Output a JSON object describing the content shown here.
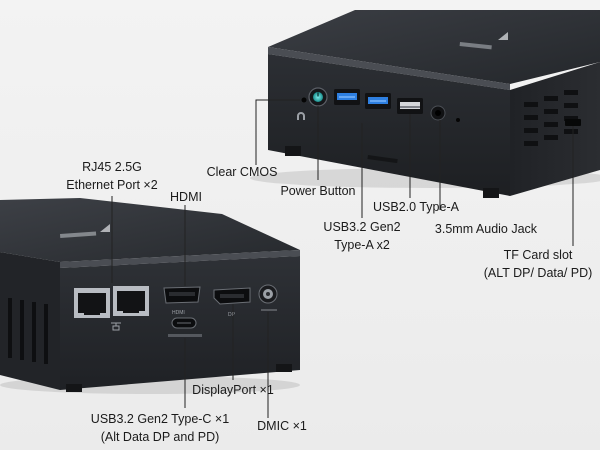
{
  "labels": {
    "rj45": [
      "RJ45 2.5G",
      "Ethernet Port ×2"
    ],
    "hdmi": "HDMI",
    "clear_cmos": "Clear CMOS",
    "power_button": "Power Button",
    "usb32_gen2_a": [
      "USB3.2 Gen2",
      "Type-A x2"
    ],
    "usb20_a": "USB2.0 Type-A",
    "audio_jack": "3.5mm Audio Jack",
    "tf_card": [
      "TF Card slot",
      "(ALT DP/ Data/ PD)"
    ],
    "displayport": "DisplayPort ×1",
    "usb32_gen2_c": [
      "USB3.2 Gen2 Type-C ×1",
      "(Alt Data DP and PD)"
    ],
    "dmic": "DMIC ×1"
  },
  "port_markings": {
    "hdmi": "HDMI",
    "dp": "DP"
  },
  "colors": {
    "background": "#eeeeee",
    "chassis": "#2b2e33",
    "usb3_blue": "#2e7fe0",
    "power_led": "#39d4d0"
  }
}
